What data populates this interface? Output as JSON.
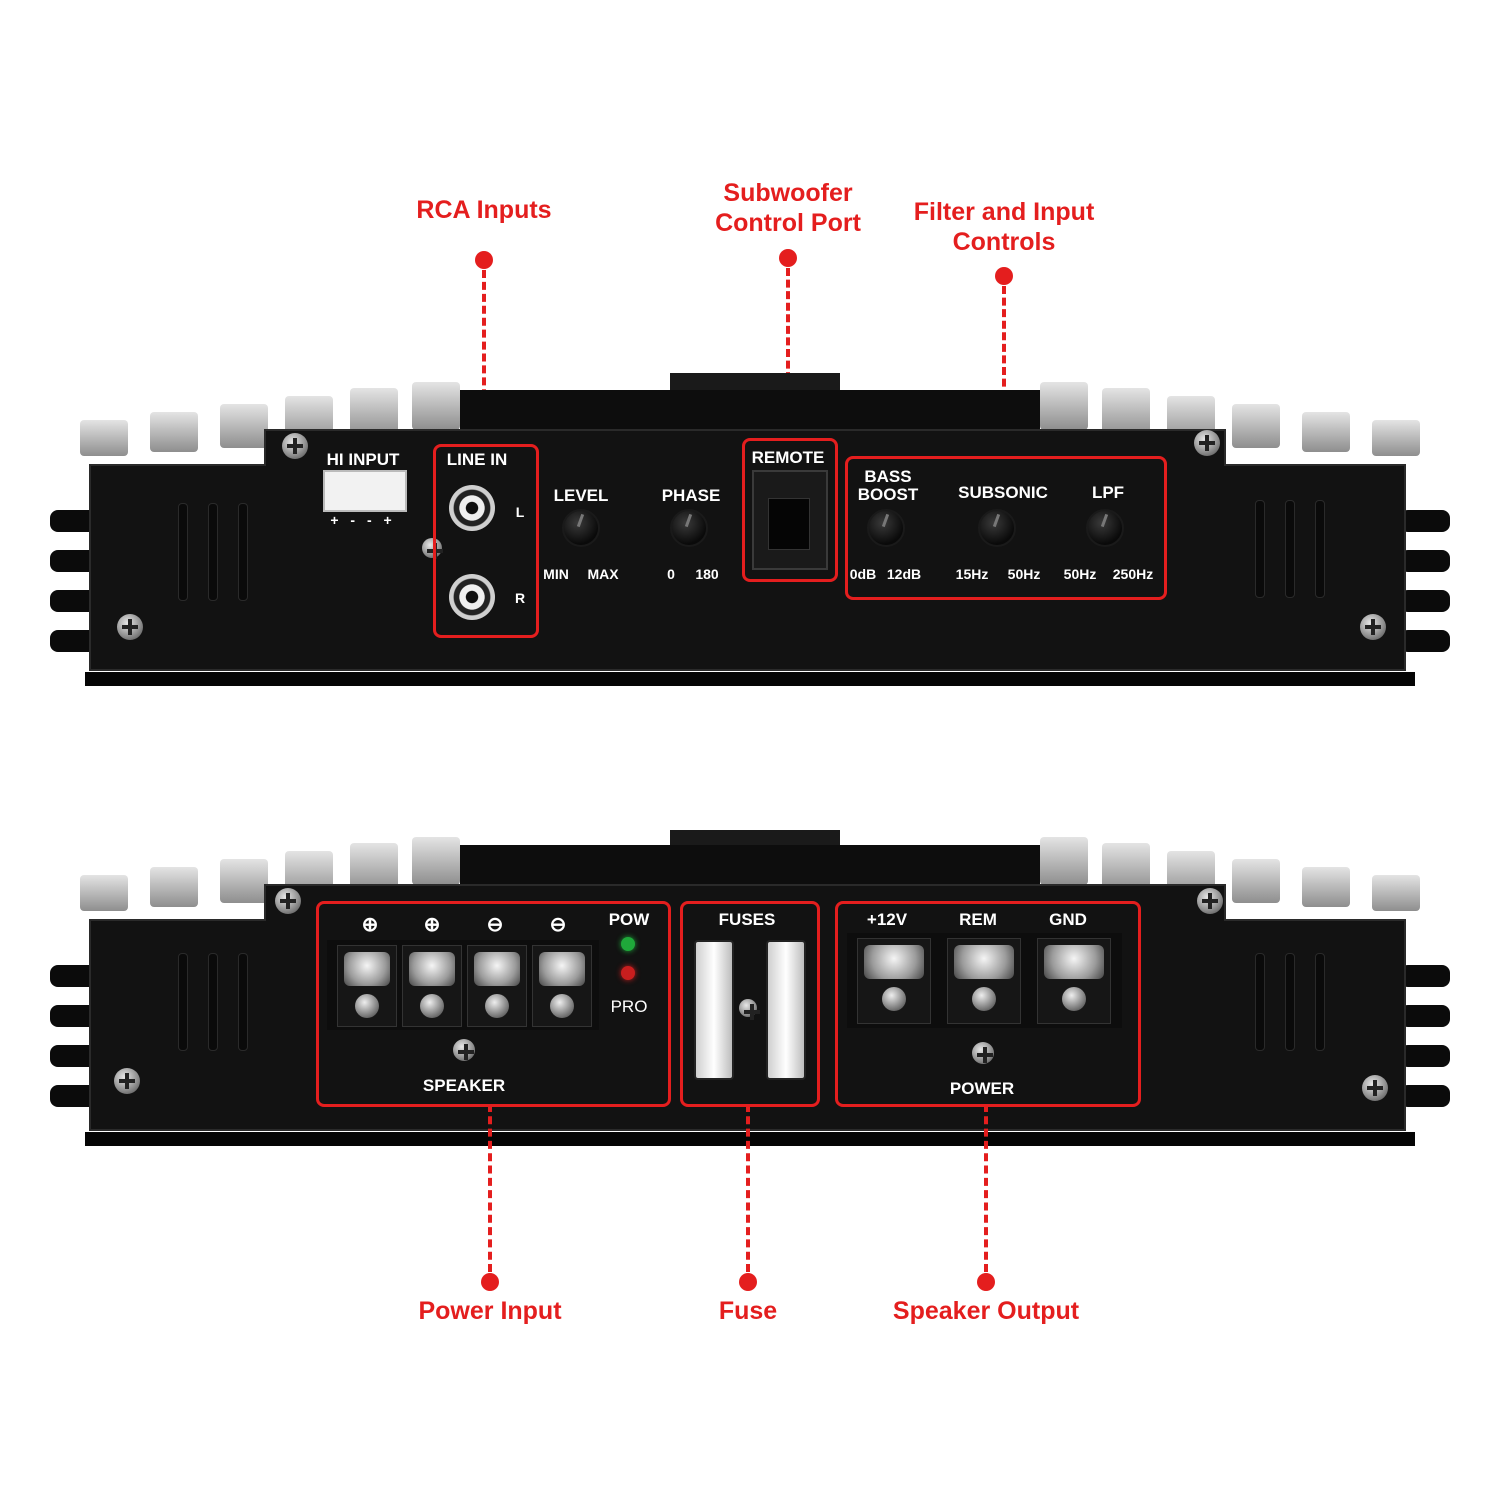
{
  "callouts": {
    "rca_inputs": "RCA Inputs",
    "subwoofer_port": [
      "Subwoofer",
      "Control Port"
    ],
    "filter_controls": [
      "Filter and Input",
      "Controls"
    ],
    "power_input": "Power Input",
    "fuse": "Fuse",
    "speaker_output": "Speaker Output"
  },
  "top_panel": {
    "hi_input": "HI INPUT",
    "hi_input_pins": "+ - - +",
    "line_in": "LINE IN",
    "l": "L",
    "r": "R",
    "level": "LEVEL",
    "level_min": "MIN",
    "level_max": "MAX",
    "phase": "PHASE",
    "phase_min": "0",
    "phase_max": "180",
    "remote": "REMOTE",
    "bass_boost": [
      "BASS",
      "BOOST"
    ],
    "bass_min": "0dB",
    "bass_max": "12dB",
    "subsonic": "SUBSONIC",
    "subsonic_min": "15Hz",
    "subsonic_max": "50Hz",
    "lpf": "LPF",
    "lpf_min": "50Hz",
    "lpf_max": "250Hz"
  },
  "bottom_panel": {
    "speaker_signs": [
      "⊕",
      "⊕",
      "⊖",
      "⊖"
    ],
    "pow": "POW",
    "pro": "PRO",
    "speaker": "SPEAKER",
    "fuses": "FUSES",
    "plus12v": "+12V",
    "rem": "REM",
    "gnd": "GND",
    "power": "POWER"
  },
  "colors": {
    "accent": "#e41e1e",
    "chassis": "#101010",
    "fin": "#c9c9c9",
    "led_pow": "#1fa83a",
    "led_pro": "#c81e1e"
  }
}
